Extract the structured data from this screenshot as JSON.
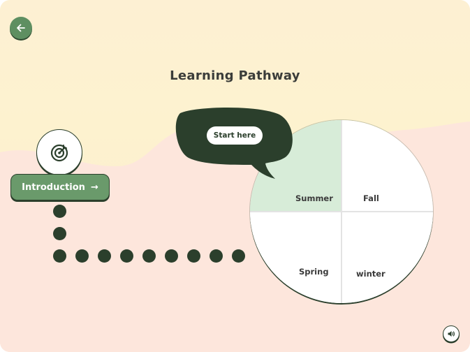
{
  "page": {
    "title": "Learning Pathway"
  },
  "intro": {
    "label": "Introduction",
    "arrow": "→"
  },
  "callout": {
    "label": "Start here"
  },
  "wheel": {
    "segments": [
      {
        "label": "Summer",
        "state": "highlighted"
      },
      {
        "label": "Fall",
        "state": "default"
      },
      {
        "label": "Spring",
        "state": "default"
      },
      {
        "label": "winter",
        "state": "default"
      }
    ]
  },
  "colors": {
    "accent_green": "#6a9a6b",
    "dark_green": "#2b3f2c",
    "highlight": "#d7ecd8",
    "bg_top": "#fdf0d3",
    "hill": "#fde6dc"
  },
  "icons": {
    "back": "arrow-left-icon",
    "target": "target-icon",
    "sound": "speaker-icon"
  }
}
